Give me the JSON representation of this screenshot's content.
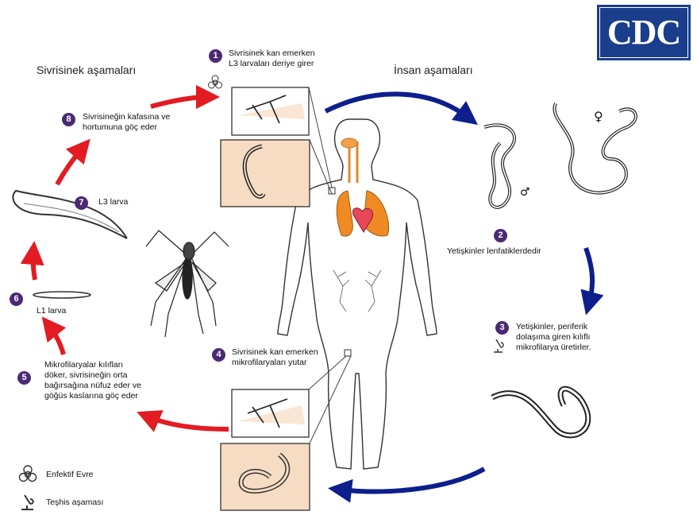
{
  "logo": {
    "text": "CDC"
  },
  "titles": {
    "mosquito_stages": "Sivrisinek aşamaları",
    "human_stages": "İnsan aşamaları"
  },
  "steps": [
    {
      "number": "1",
      "lines": [
        "Sivrisinek kan emerken",
        "L3 larvaları deriye girer"
      ]
    },
    {
      "number": "2",
      "lines": [
        "Yetişkinler  lenfatiklerdedir"
      ]
    },
    {
      "number": "3",
      "lines": [
        "Yetişkinler,  periferik",
        "dolaşıma giren kılıflı",
        "mikrofilarya üretirler."
      ]
    },
    {
      "number": "4",
      "lines": [
        "Sivrisinek kan emerken",
        "mikrofilaryaları yutar"
      ]
    },
    {
      "number": "5",
      "lines": [
        "Mikrofilaryalar  kılıfları",
        "döker, sivrisineğin  orta",
        "bağırsağına nüfuz eder ve",
        "göğüs kaslarına göç eder"
      ]
    },
    {
      "number": "6",
      "lines": [
        "L1 larva"
      ]
    },
    {
      "number": "7",
      "lines": [
        "L3 larva"
      ]
    },
    {
      "number": "8",
      "lines": [
        "Sivrisineğin kafasına ve",
        "hortumuna göç eder"
      ]
    }
  ],
  "legend": {
    "infective": {
      "label": "Enfektif Evre",
      "icon": "biohazard-icon"
    },
    "diagnostic": {
      "label": "Teşhis aşaması",
      "icon": "microscope-icon"
    }
  },
  "symbols": {
    "female": "♀",
    "male": "♂"
  },
  "colors": {
    "badge": "#4b2a73",
    "human_arrow": "#0d1f8c",
    "mosquito_arrow": "#e31b23",
    "inset_bg": "#f6dcc3",
    "lung": "#f08a24",
    "heart": "#e8475a"
  }
}
